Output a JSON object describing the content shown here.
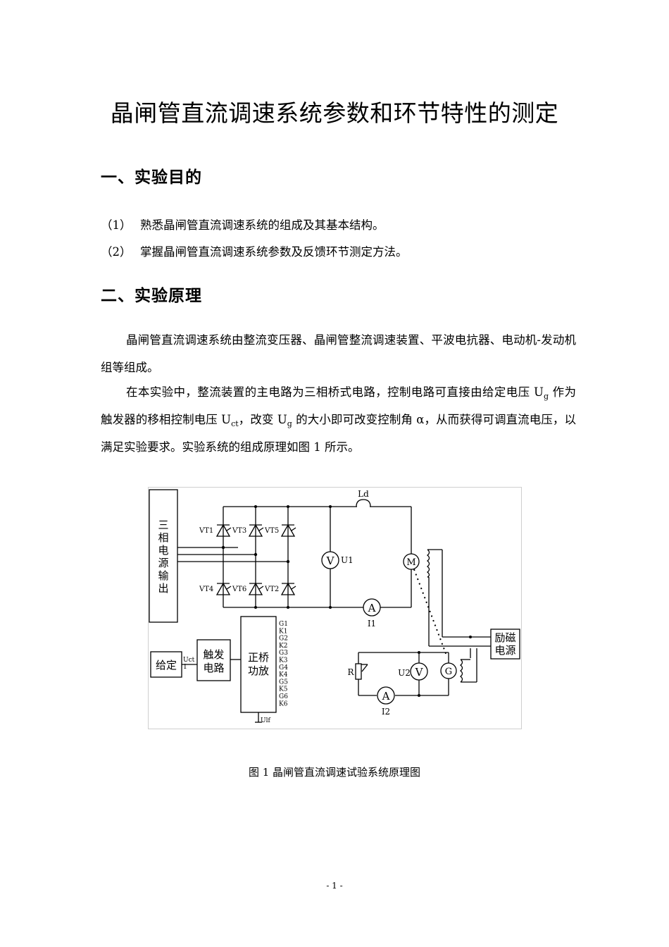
{
  "doc": {
    "title": "晶闸管直流调速系统参数和环节特性的测定",
    "section1_heading": "一、实验目的",
    "objectives": [
      {
        "num": "（1）",
        "text": "熟悉晶闸管直流调速系统的组成及其基本结构。"
      },
      {
        "num": "（2）",
        "text": "掌握晶闸管直流调速系统参数及反馈环节测定方法。"
      }
    ],
    "section2_heading": "二、实验原理",
    "para1": "晶闸管直流调速系统由整流变压器、晶闸管整流调速装置、平波电抗器、电动机-发动机组等组成。",
    "para2": {
      "t1": "在本实验中，整流装置的主电路为三相桥式电路，控制电路可直接由给定电压 U",
      "s1": "g",
      "t2": " 作为触发器的移相控制电压 U",
      "s2": "ct",
      "t3": "，改变 U",
      "s3": "g",
      "t4": " 的大小即可改变控制角 α，从而获得可调直流电压，以满足实验要求。实验系统的组成原理如图 1 所示。"
    },
    "caption": "图 1    晶闸管直流调速试验系统原理图",
    "page_number": "- 1 -"
  },
  "figure": {
    "source_box": {
      "l1": "三",
      "l2": "相",
      "l3": "电",
      "l4": "源",
      "l5": "输",
      "l6": "出"
    },
    "thyristors": {
      "vt1": "VT1",
      "vt3": "VT3",
      "vt5": "VT5",
      "vt4": "VT4",
      "vt6": "VT6",
      "vt2": "VT2"
    },
    "reactor": "Ld",
    "meter_v1": "V",
    "meter_v1_label": "U1",
    "meter_a1": "A",
    "meter_a1_label": "I1",
    "motor": "M",
    "generator": "G",
    "meter_v2": "V",
    "meter_v2_label": "U2",
    "meter_a2": "A",
    "meter_a2_label": "I2",
    "resistor": "R",
    "excitation": {
      "l1": "励磁",
      "l2": "电源"
    },
    "setpoint": "给定",
    "uct": {
      "l1": "Uct",
      "l2": "1"
    },
    "trigger": {
      "l1": "触发",
      "l2": "电路"
    },
    "amplifier": {
      "l1": "正桥",
      "l2": "功放"
    },
    "pins": [
      "G1",
      "K1",
      "G2",
      "K2",
      "G3",
      "K3",
      "G4",
      "K4",
      "G5",
      "K5",
      "G6",
      "K6"
    ],
    "ulf": "Ulf"
  }
}
